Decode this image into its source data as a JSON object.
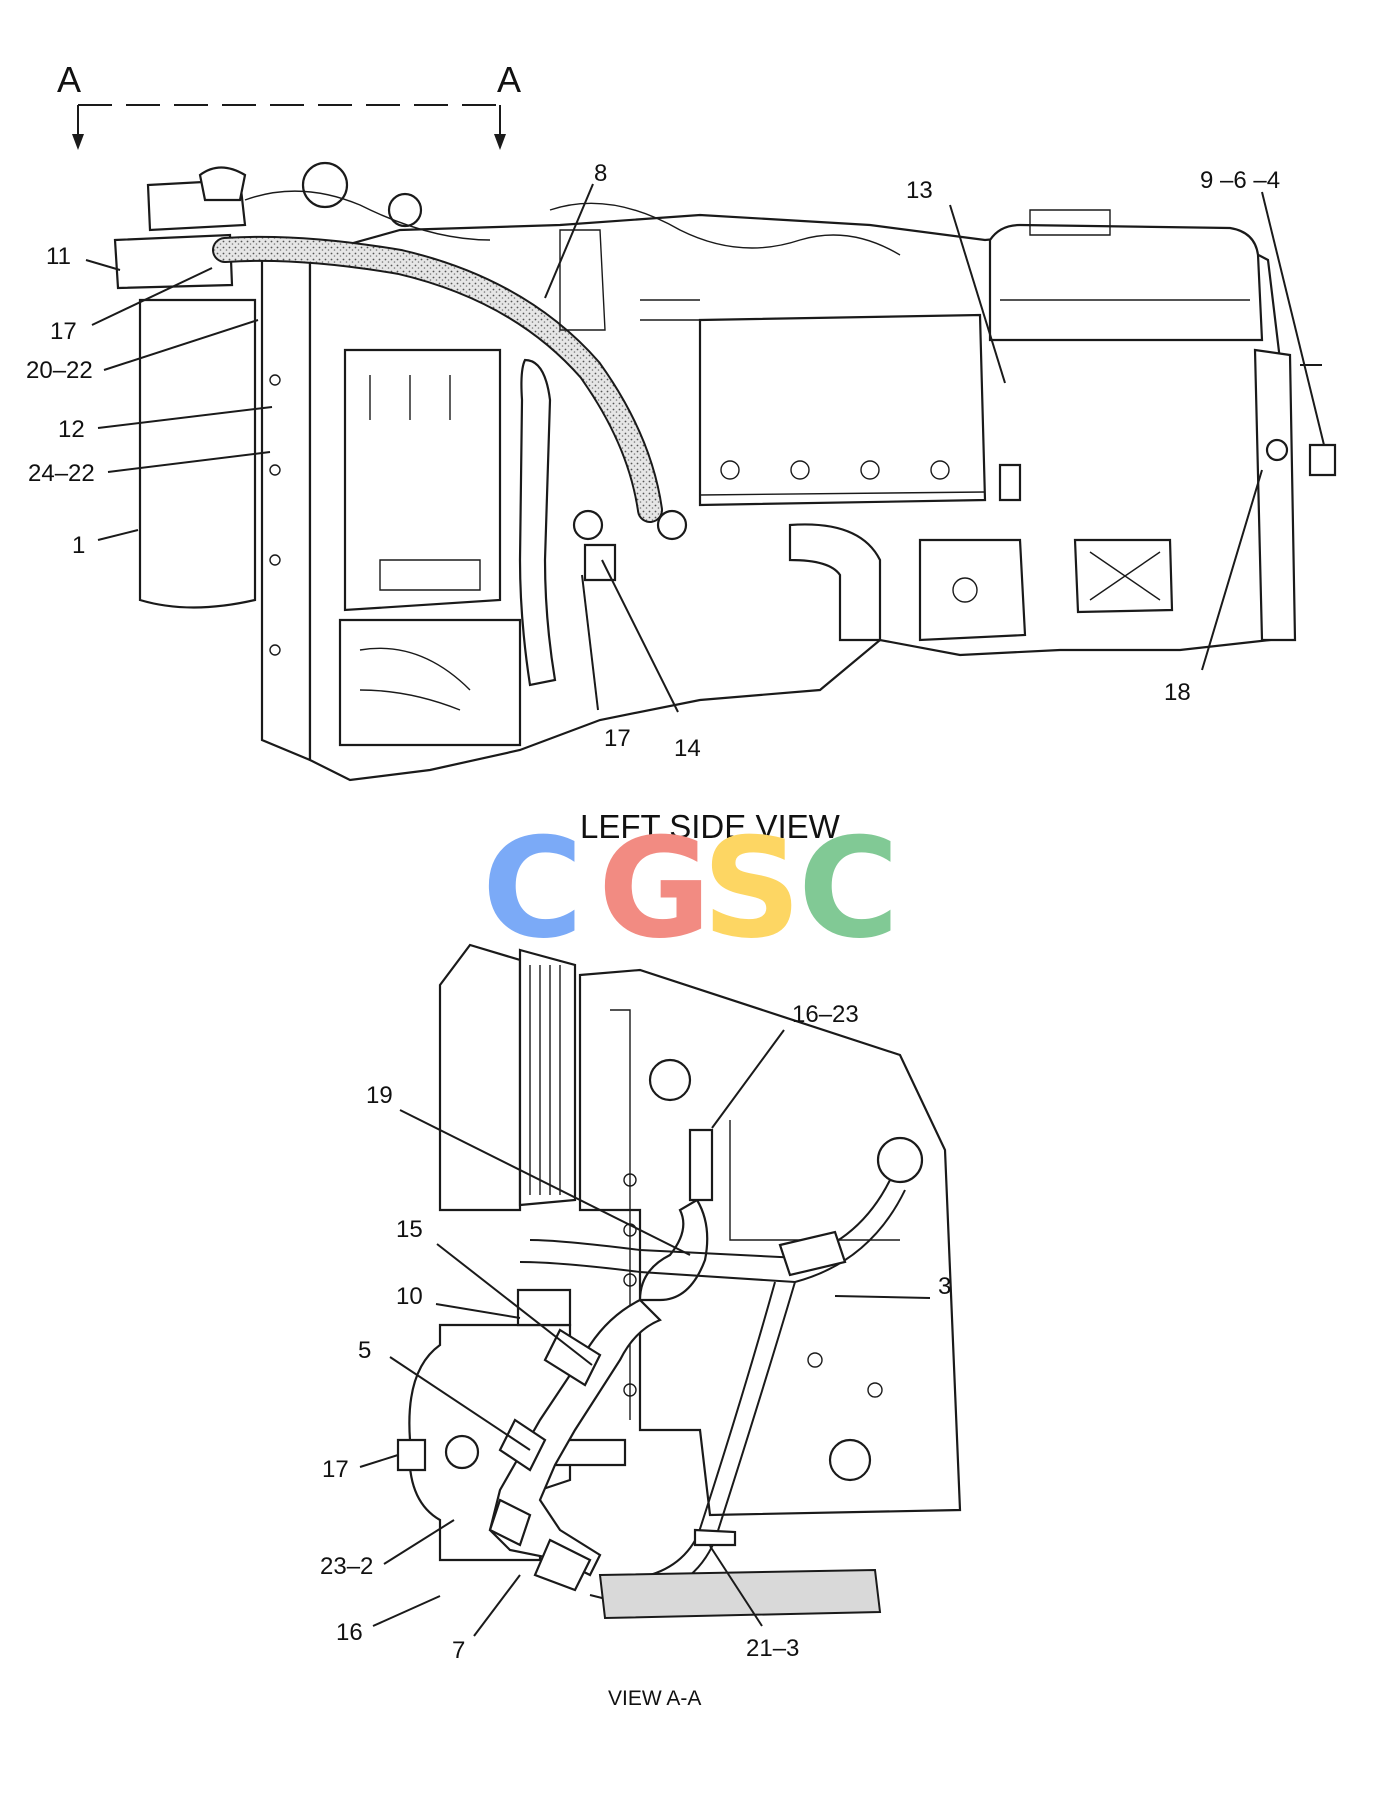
{
  "section_marker": {
    "left": "A",
    "right": "A"
  },
  "upper_view": {
    "title": "LEFT SIDE VIEW",
    "callouts": [
      {
        "id": "c11",
        "text": "11"
      },
      {
        "id": "c17a",
        "text": "17"
      },
      {
        "id": "c20_22",
        "text": "20–22"
      },
      {
        "id": "c12",
        "text": "12"
      },
      {
        "id": "c24_22",
        "text": "24–22"
      },
      {
        "id": "c1",
        "text": "1"
      },
      {
        "id": "c8",
        "text": "8"
      },
      {
        "id": "c13",
        "text": "13"
      },
      {
        "id": "c9_6_4",
        "text": "9 –6 –4"
      },
      {
        "id": "c18",
        "text": "18"
      },
      {
        "id": "c17b",
        "text": "17"
      },
      {
        "id": "c14",
        "text": "14"
      }
    ]
  },
  "watermark": {
    "letters": [
      "C",
      "G",
      "S",
      "C"
    ],
    "colors": [
      "#7baaf7",
      "#f28b82",
      "#fdd663",
      "#81c995"
    ]
  },
  "lower_view": {
    "caption": "VIEW A-A",
    "callouts": [
      {
        "id": "d16_23",
        "text": "16–23"
      },
      {
        "id": "d19",
        "text": "19"
      },
      {
        "id": "d15",
        "text": "15"
      },
      {
        "id": "d10",
        "text": "10"
      },
      {
        "id": "d3",
        "text": "3"
      },
      {
        "id": "d5",
        "text": "5"
      },
      {
        "id": "d17",
        "text": "17"
      },
      {
        "id": "d23_2",
        "text": "23–2"
      },
      {
        "id": "d16",
        "text": "16"
      },
      {
        "id": "d7",
        "text": "7"
      },
      {
        "id": "d21_3",
        "text": "21–3"
      }
    ]
  }
}
